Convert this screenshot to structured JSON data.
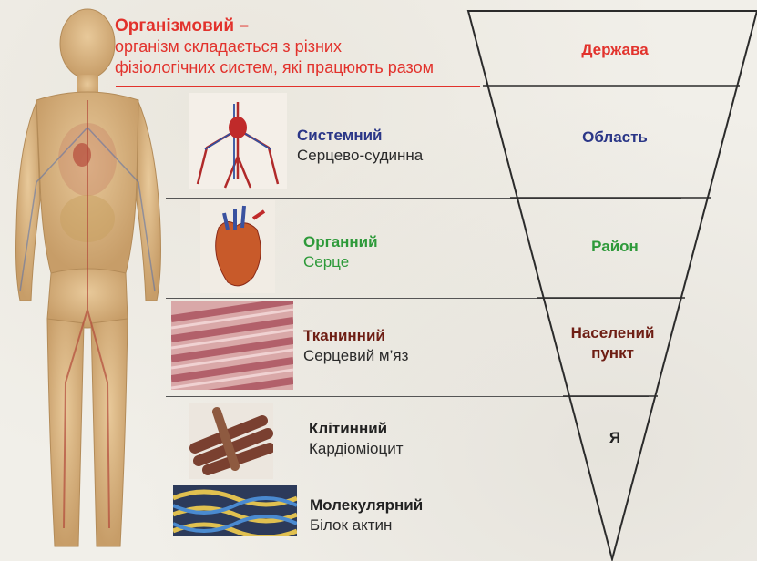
{
  "title": {
    "level_name": "Організмовий –",
    "description_line1": "організм складається з різних",
    "description_line2": "фізіологічних систем, які працюють разом"
  },
  "levels": [
    {
      "level": "Системний",
      "example": "Серцево-судинна",
      "analogy": "Область",
      "color": "#2a3687"
    },
    {
      "level": "Органний",
      "example": "Серце",
      "analogy": "Район",
      "color": "#2e9a3a"
    },
    {
      "level": "Тканинний",
      "example": "Серцевий м’яз",
      "analogy_line1": "Населений",
      "analogy_line2": "пункт",
      "color": "#6e1e14"
    },
    {
      "level": "Клітинний",
      "example": "Кардіоміоцит",
      "analogy": "Я",
      "color": "#222222"
    },
    {
      "level": "Молекулярний",
      "example": "Білок актин",
      "color": "#222222"
    }
  ],
  "top_analogy": "Держава",
  "colors": {
    "title": "#e2322c",
    "top_analogy": "#e2322c",
    "triangle_stroke": "#2b2b2b"
  }
}
